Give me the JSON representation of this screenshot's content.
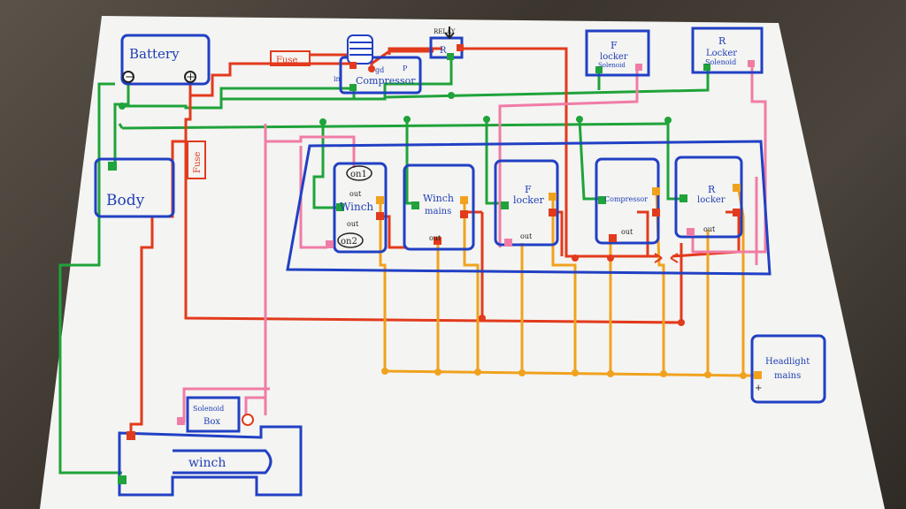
{
  "labels": {
    "battery": "Battery",
    "battery_neg": "−",
    "battery_pos": "+",
    "body": "Body",
    "fuse_top": "Fuse",
    "fuse_left": "Fuse",
    "relay": "RELAY",
    "relay_inner": "R",
    "compressor_top": "Compressor",
    "compressor_in": "in",
    "compressor_gd": "gd",
    "compressor_p": "P",
    "f_locker_solenoid_title": "F",
    "f_locker_solenoid_sub1": "locker",
    "f_locker_solenoid_sub2": "Solenoid",
    "r_locker_solenoid_title": "R",
    "r_locker_solenoid_sub1": "Locker",
    "r_locker_solenoid_sub2": "Solenoid",
    "switch_winch_on1": "on1",
    "switch_winch_out_top": "out",
    "switch_winch_name": "Winch",
    "switch_winch_out_bottom": "out",
    "switch_winch_on2": "on2",
    "switch_winch_mains_name1": "Winch",
    "switch_winch_mains_name2": "mains",
    "switch_winch_mains_out": "out",
    "switch_f_locker_name1": "F",
    "switch_f_locker_name2": "locker",
    "switch_f_locker_out": "out",
    "switch_compressor_name": "Compressor",
    "switch_compressor_out": "out",
    "switch_r_locker_name1": "R",
    "switch_r_locker_name2": "locker",
    "switch_r_locker_out": "out",
    "headlight_name1": "Headlight",
    "headlight_name2": "mains",
    "headlight_pos": "+",
    "solenoid_box_name1": "Solenoid",
    "solenoid_box_name2": "Box",
    "winch_name": "winch"
  },
  "wire_colors": {
    "ground": "#1fa33a",
    "power": "#e23a1c",
    "switched": "#f0a21e",
    "signal": "#f07ca6",
    "outline": "#2140c4"
  }
}
